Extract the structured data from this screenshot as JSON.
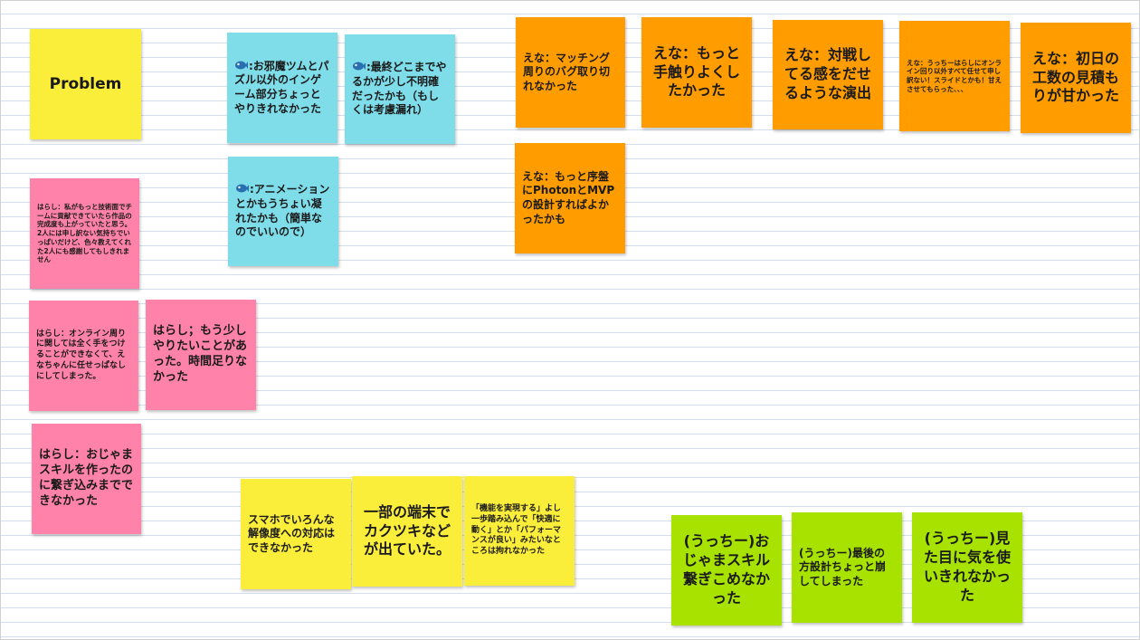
{
  "board": {
    "colors": {
      "yellow": "#fbee3a",
      "cyan": "#7fdce9",
      "orange": "#ff9d00",
      "pink": "#ff82ab",
      "lime": "#a8e200"
    }
  },
  "notes": {
    "problem": "Problem",
    "cyan1": ":お邪魔ツムとパズル以外のインゲーム部分ちょっとやりきれなかった",
    "cyan2": ":最終どこまでやるかが少し不明確だったかも（もしくは考慮漏れ）",
    "cyan3": ":アニメーションとかもうちょい凝れたかも（簡単なのでいいので）",
    "orange1": "えな：マッチング周りのバグ取り切れなかった",
    "orange2": "えな：もっと手触りよくしたかった",
    "orange3": "えな：対戦してる感をだせるような演出",
    "orange4": "えな：うっちーはらしにオンライン回り以外すべて任せて申し訳ない！スライドとかも！甘えさせてもらった、、、",
    "orange5": "えな：初日の工数の見積もりが甘かった",
    "orange6": "えな：もっと序盤にPhotonとMVPの設計すればよかったかも",
    "pink1": "はらし：私がもっと技術面でチームに貢献できていたら作品の完成度も上がっていたと思う。2人には申し訳ない気持ちでいっぱいだけど、色々教えてくれた2人にも感謝してもしきれません",
    "pink2": "はらし：オンライン周りに関しては全く手をつけることができなくて、えなちゃんに任せっぱなしにしてしまった。",
    "pink3": "はらし；もう少しやりたいことがあった。時間足りなかった",
    "pink4": "はらし：おじゃまスキルを作ったのに繋ぎ込みまでできなかった",
    "yellow1": "スマホでいろんな解像度への対応はできなかった",
    "yellow2": "一部の端末でカクツキなどが出ていた。",
    "yellow3": "「機能を実現する」よし一歩踏み込んで「快適に動く」とか「パフォーマンスが良い」みたいなところは拘れなかった",
    "lime1": "(うっちー)おじゃまスキル繋ぎこめなかった",
    "lime2": "(うっちー)最後の方設計ちょっと崩してしまった",
    "lime3": "(うっちー)見た目に気を使いきれなかった"
  },
  "icons": {
    "cyan_prefix": "fish-icon"
  }
}
